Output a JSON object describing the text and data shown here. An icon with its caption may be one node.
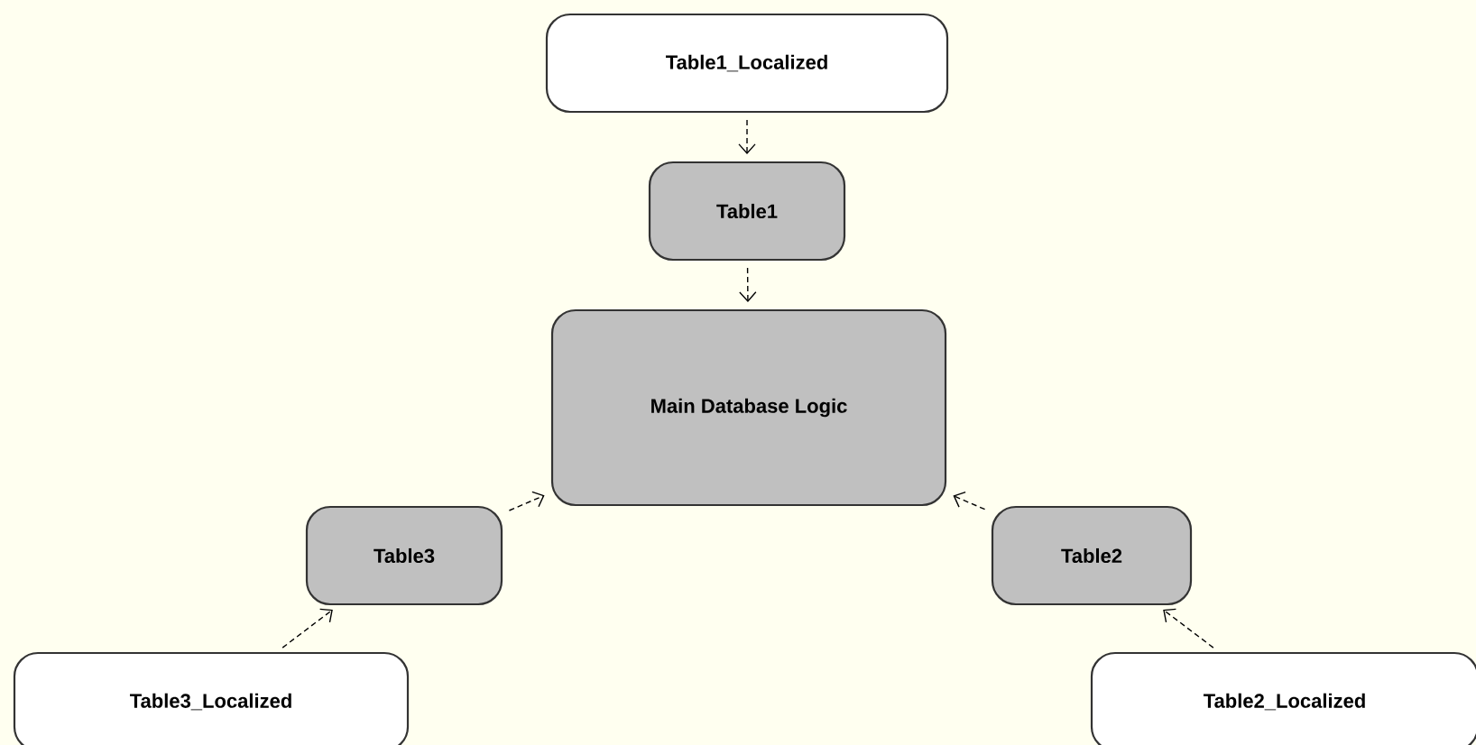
{
  "diagram": {
    "nodes": [
      {
        "text": [
          "Table1_Localized"
        ]
      },
      {
        "text": [
          "Table1"
        ]
      },
      {
        "text": [
          "Main Database Logic"
        ]
      },
      {
        "text": [
          "Table3"
        ]
      },
      {
        "text": [
          "Table2"
        ]
      },
      {
        "text": [
          "Table3_Localized"
        ]
      },
      {
        "text": [
          "Table2_Localized"
        ]
      }
    ],
    "edges": [
      {
        "from": 0,
        "to": 1,
        "arrow": "to",
        "style": "dashed"
      },
      {
        "from": 1,
        "to": 2,
        "arrow": "to",
        "style": "dashed"
      },
      {
        "from": 3,
        "to": 2,
        "arrow": "to",
        "style": "dashed"
      },
      {
        "from": 4,
        "to": 2,
        "arrow": "to",
        "style": "dashed"
      },
      {
        "from": 5,
        "to": 3,
        "arrow": "to",
        "style": "dashed"
      },
      {
        "from": 6,
        "to": 4,
        "arrow": "to",
        "style": "dashed"
      }
    ]
  }
}
